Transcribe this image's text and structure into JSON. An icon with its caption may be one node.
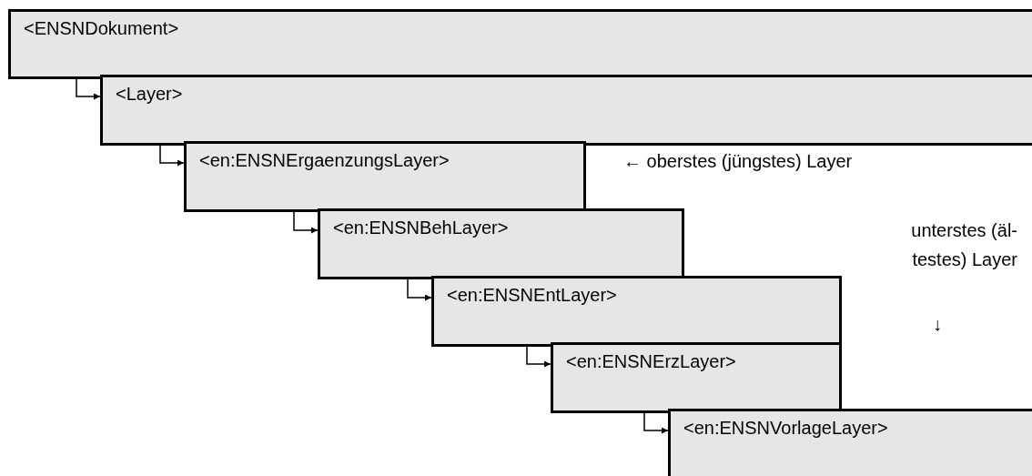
{
  "diagram": {
    "nodes": [
      {
        "text": [
          "<ENSNDokument>"
        ]
      },
      {
        "text": [
          "<Layer>"
        ]
      },
      {
        "text": [
          "<en:ENSNErgaenzungsLayer>"
        ]
      },
      {
        "text": [
          "<en:ENSNBehLayer>"
        ]
      },
      {
        "text": [
          "<en:ENSNEntLayer>"
        ]
      },
      {
        "text": [
          "<en:ENSNErzLayer>"
        ]
      },
      {
        "text": [
          "<en:ENSNVorlageLayer>"
        ]
      }
    ],
    "edges": [
      {
        "from": 0,
        "to": 1,
        "arrow": "to"
      },
      {
        "from": 1,
        "to": 2,
        "arrow": "to"
      },
      {
        "from": 2,
        "to": 3,
        "arrow": "to"
      },
      {
        "from": 3,
        "to": 4,
        "arrow": "to"
      },
      {
        "from": 4,
        "to": 5,
        "arrow": "to"
      },
      {
        "from": 5,
        "to": 6,
        "arrow": "to"
      }
    ],
    "labels": [
      "← oberstes (jüngstes) Layer",
      "unterstes (äl- testes) Layer",
      "↓"
    ]
  }
}
